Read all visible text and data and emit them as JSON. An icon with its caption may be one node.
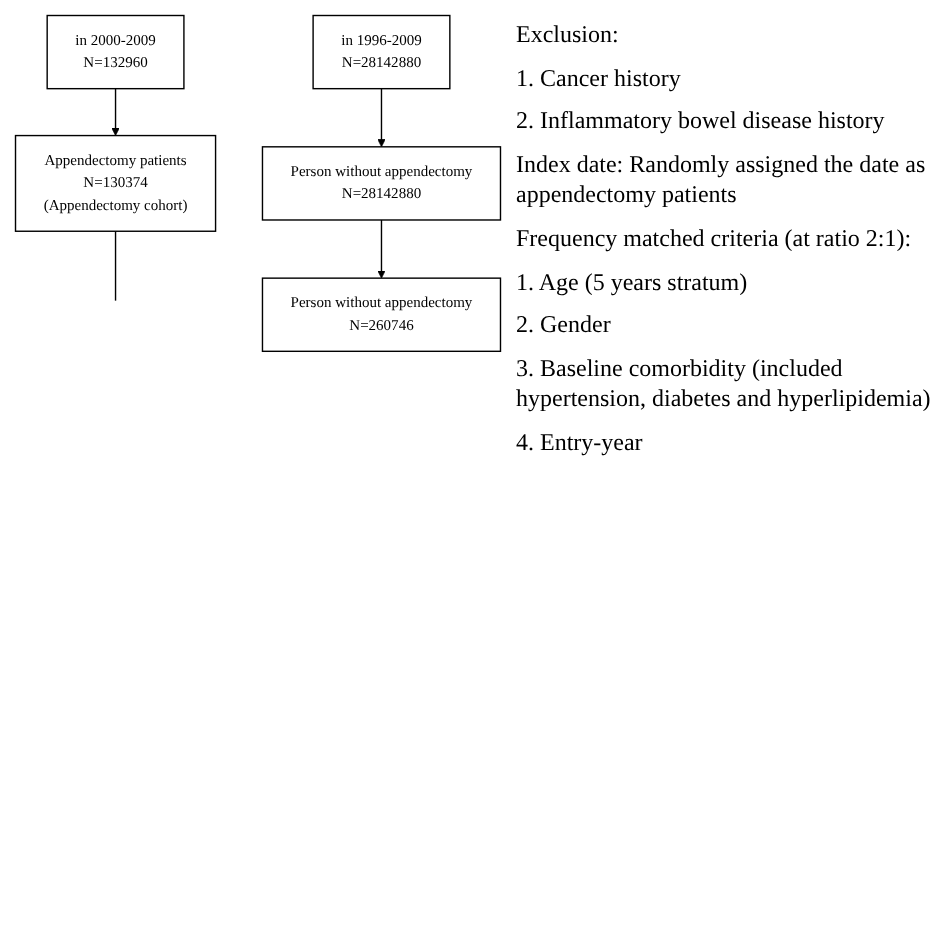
{
  "diagram": {
    "nodes": [
      {
        "text": [
          "in 2000-2009",
          "N=132960"
        ]
      },
      {
        "text": [
          "in 1996-2009",
          "N=28142880"
        ]
      },
      {
        "text": [
          "Appendectomy patients",
          "N=130374",
          "(Appendectomy cohort)"
        ]
      },
      {
        "text": [
          "Person without appendectomy",
          "N=28142880"
        ]
      },
      {
        "text": [
          "Person without appendectomy",
          "N=260746"
        ]
      }
    ],
    "edges": [
      {
        "from": 0,
        "to": 2,
        "arrow": "to"
      },
      {
        "from": 1,
        "to": 3,
        "arrow": "to"
      },
      {
        "from": 3,
        "to": 4,
        "arrow": "to"
      },
      {
        "from": 2,
        "to": null,
        "arrow": "none"
      }
    ],
    "labels": [
      "Exclusion:",
      "1. Cancer history",
      "2. Inflammatory bowel disease history",
      "Index date: Randomly assigned the date as appendectomy patients",
      "Frequency matched criteria (at ratio 2:1):",
      "1. Age (5 years stratum)",
      "2. Gender",
      "3. Baseline comorbidity (included hypertension, diabetes and hyperlipidemia)",
      "4. Entry-year"
    ]
  }
}
